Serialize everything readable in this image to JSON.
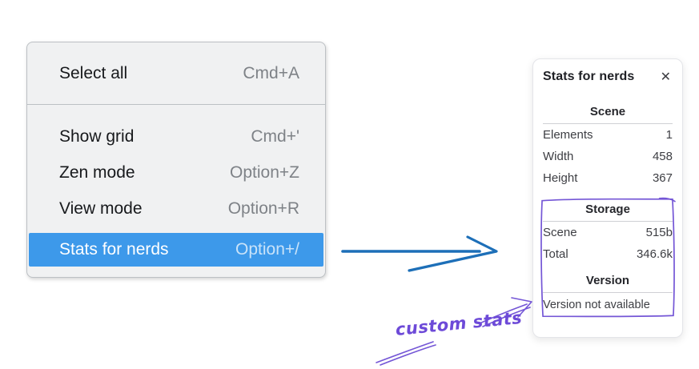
{
  "colors": {
    "menu_highlight": "#3d99ea",
    "blue_arrow": "#1d6fb8",
    "annotation_purple": "#7456d6",
    "panel_divider": "#cfd0d4"
  },
  "menu": {
    "items": [
      {
        "label": "Select all",
        "shortcut": "Cmd+A"
      },
      {
        "label": "Show grid",
        "shortcut": "Cmd+'"
      },
      {
        "label": "Zen mode",
        "shortcut": "Option+Z"
      },
      {
        "label": "View mode",
        "shortcut": "Option+R"
      },
      {
        "label": "Stats for nerds",
        "shortcut": "Option+/"
      }
    ]
  },
  "panel": {
    "title": "Stats for nerds",
    "close_icon": "✕",
    "sections": [
      {
        "header": "Scene",
        "rows": [
          {
            "label": "Elements",
            "value": "1"
          },
          {
            "label": "Width",
            "value": "458"
          },
          {
            "label": "Height",
            "value": "367"
          }
        ]
      },
      {
        "header": "Storage",
        "rows": [
          {
            "label": "Scene",
            "value": "515b"
          },
          {
            "label": "Total",
            "value": "346.6k"
          }
        ]
      },
      {
        "header": "Version",
        "note": "Version not available"
      }
    ]
  },
  "annotation": {
    "label": "custom stats"
  }
}
